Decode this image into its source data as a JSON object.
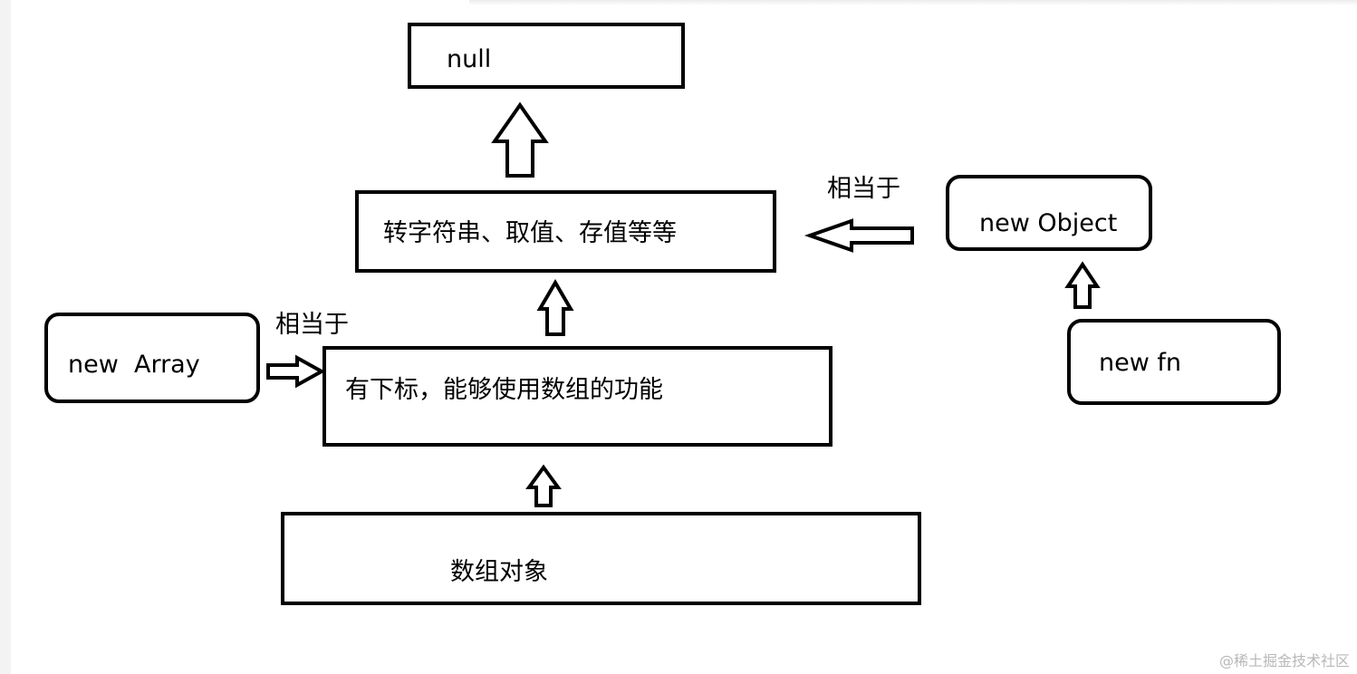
{
  "nodes": {
    "null": "null",
    "object_proto": "转字符串、取值、存值等等",
    "array_proto": "有下标，能够使用数组的功能",
    "array_obj": "数组对象",
    "new_array": "new  Array",
    "new_object": "new Object",
    "new_fn": "new fn"
  },
  "labels": {
    "equiv_top": "相当于",
    "equiv_left": "相当于"
  },
  "watermark": "@稀土掘金技术社区"
}
